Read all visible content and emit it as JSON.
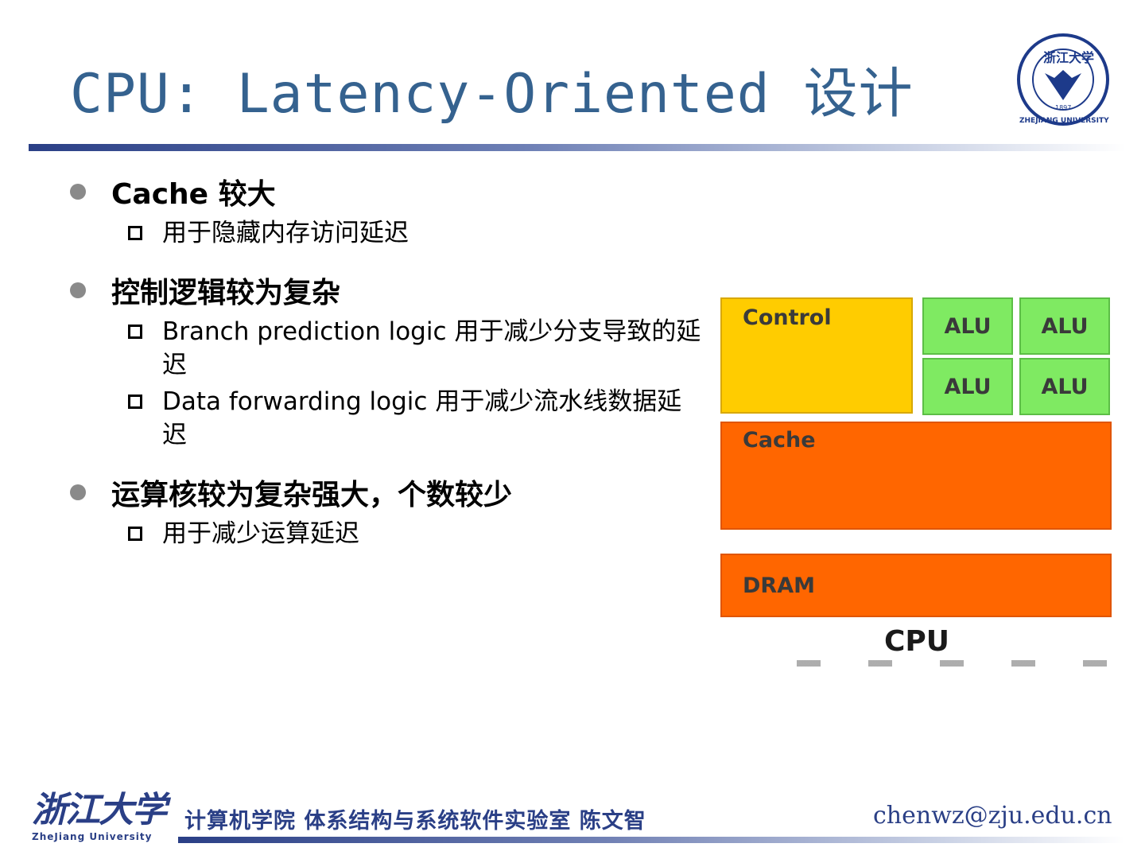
{
  "slide": {
    "title": "CPU: Latency-Oriented 设计"
  },
  "logo": {
    "year": "1897",
    "name": "ZHEJIANG UNIVERSITY",
    "chinese": "浙江大学"
  },
  "bullets": [
    {
      "text": "Cache 较大",
      "subs": [
        "用于隐藏内存访问延迟"
      ]
    },
    {
      "text": "控制逻辑较为复杂",
      "subs": [
        "Branch prediction logic  用于减少分支导致的延迟",
        "Data forwarding logic  用于减少流水线数据延迟"
      ]
    },
    {
      "text": "运算核较为复杂强大，个数较少",
      "subs": [
        "用于减少运算延迟"
      ]
    }
  ],
  "diagram": {
    "control": "Control",
    "alus": [
      "ALU",
      "ALU",
      "ALU",
      "ALU"
    ],
    "cache": "Cache",
    "dram": "DRAM",
    "caption": "CPU",
    "colors": {
      "control": "#ffcc00",
      "alu": "#7fea62",
      "cache": "#ff6600",
      "dram": "#ff6600"
    }
  },
  "footer": {
    "logo_cn": "浙江大学",
    "logo_en": "ZheJiang University",
    "text": "计算机学院 体系结构与系统软件实验室 陈文智",
    "email": "chenwz@zju.edu.cn"
  },
  "colors": {
    "title": "#35628f",
    "footer": "#2a3f86"
  }
}
